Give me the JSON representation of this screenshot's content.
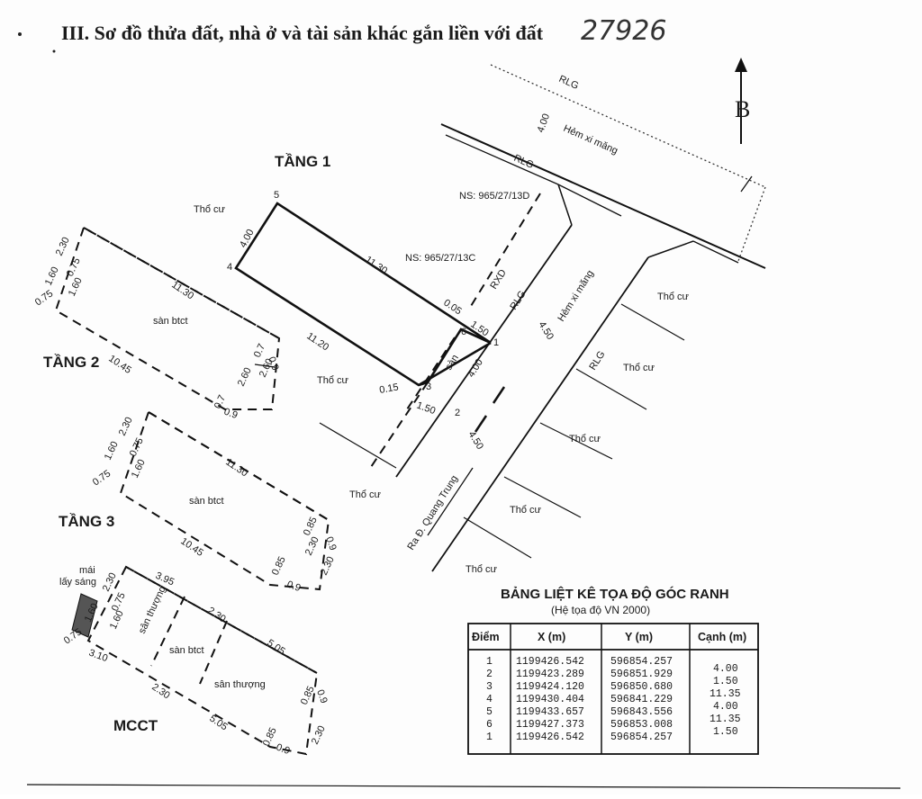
{
  "heading": "III. Sơ đồ thửa đất, nhà ở và tài sản khác gắn liền với đất",
  "handwritten_note": "27926",
  "north_label": "B",
  "floors": {
    "floor1": "TẦNG 1",
    "floor2": "TẦNG 2",
    "floor3": "TẦNG 3",
    "roof": "MCCT"
  },
  "roads": {
    "alley_top": "Hẻm xi măng",
    "alley_side": "Hẻm xi măng",
    "main_road": "Ra Đ. Quang Trung",
    "rlg": "RLG",
    "rxd": "RXD",
    "width_top": "4.00",
    "width_side_1": "4.50",
    "width_side_2": "4.50"
  },
  "house_numbers": {
    "ns1": "NS: 965/27/13D",
    "ns2": "NS: 965/27/13C"
  },
  "land_use": {
    "residential": "Thổ cư",
    "concrete_floor": "sàn btct",
    "terrace": "sân thượng",
    "floor": "sàn",
    "roof_tile": "mái",
    "corrugated": "lấy sáng"
  },
  "floor1_dims": {
    "top": "11.30",
    "bottom": "11.20",
    "left": "4.00",
    "right": "4.00",
    "d1": "1.50",
    "d2": "0.05",
    "d3": "0.15",
    "d4": "1.50",
    "pt1": "1",
    "pt2": "2",
    "pt3": "3",
    "pt4": "4",
    "pt5": "5",
    "pt6": "6"
  },
  "floor2_dims": {
    "top": "11.30",
    "bottom": "10.45",
    "a": "2.30",
    "b": "0.75",
    "c": "1.60",
    "d": "1.60",
    "e": "0.75",
    "f": "2.60",
    "g": "0.9",
    "h": "0.7",
    "i": "2.60",
    "j": "0.9",
    "k": "0.7"
  },
  "floor3_dims": {
    "top": "11.30",
    "bottom": "10.45",
    "a": "2.30",
    "b": "0.75",
    "c": "1.60",
    "d": "1.60",
    "e": "0.75",
    "f": "2.30",
    "g": "0.85",
    "h": "0.9",
    "i": "0.85",
    "j": "0.9",
    "k": "2.30"
  },
  "roof_dims": {
    "a": "3.95",
    "b": "2.30",
    "c": "5.05",
    "d": "3.10",
    "e": "2.30",
    "f": "5.05",
    "g": "2.30",
    "h": "0.75",
    "i": "1.60",
    "j": "0.75",
    "k": "0.85",
    "l": "0.9",
    "m": "0.85",
    "n": "0.9",
    "o": "2.30",
    "p": "1.60"
  },
  "table": {
    "title": "BẢNG LIỆT KÊ TỌA ĐỘ GÓC RANH",
    "subtitle": "(Hệ tọa độ VN 2000)",
    "headers": [
      "Điểm",
      "X (m)",
      "Y (m)",
      "Cạnh (m)"
    ],
    "rows": [
      {
        "p": "1",
        "x": "1199426.542",
        "y": "596854.257"
      },
      {
        "p": "2",
        "x": "1199423.289",
        "y": "596851.929"
      },
      {
        "p": "3",
        "x": "1199424.120",
        "y": "596850.680"
      },
      {
        "p": "4",
        "x": "1199430.404",
        "y": "596841.229"
      },
      {
        "p": "5",
        "x": "1199433.657",
        "y": "596843.556"
      },
      {
        "p": "6",
        "x": "1199427.373",
        "y": "596853.008"
      },
      {
        "p": "1",
        "x": "1199426.542",
        "y": "596854.257"
      }
    ],
    "edges": [
      "4.00",
      "1.50",
      "11.35",
      "4.00",
      "11.35",
      "1.50"
    ]
  }
}
